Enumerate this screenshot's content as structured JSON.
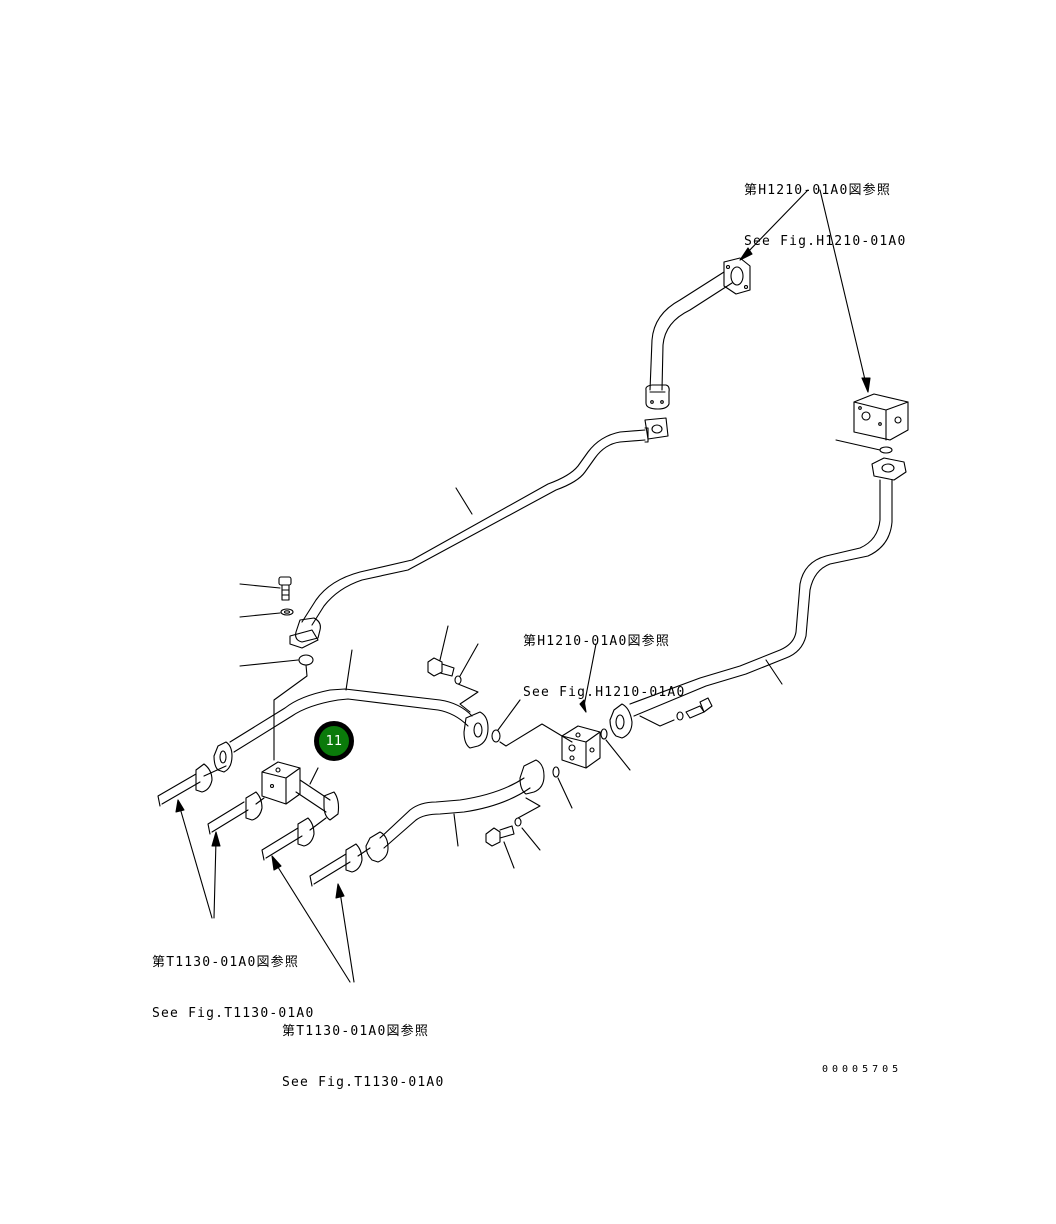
{
  "diagram": {
    "type": "exploded parts diagram - hydraulic piping",
    "document_number": "00005705",
    "callouts": [
      {
        "id": "11",
        "label": "11",
        "color": "#0a7a0a"
      }
    ],
    "references": [
      {
        "id": "ref-h1210-top",
        "jp": "第H1210-01A0図参照",
        "en": "See Fig.H1210-01A0"
      },
      {
        "id": "ref-h1210-mid",
        "jp": "第H1210-01A0図参照",
        "en": "See Fig.H1210-01A0"
      },
      {
        "id": "ref-t1130-left",
        "jp": "第T1130-01A0図参照",
        "en": "See Fig.T1130-01A0"
      },
      {
        "id": "ref-t1130-bottom",
        "jp": "第T1130-01A0図参照",
        "en": "See Fig.T1130-01A0"
      }
    ],
    "components": [
      "upper-long-pipe",
      "upper-right-bent-pipe",
      "right-valve-block",
      "right-lower-pipe",
      "center-valve-block",
      "left-upper-pipe",
      "left-junction-block",
      "lower-center-pipe",
      "hose-ends",
      "bolts",
      "washers",
      "o-rings",
      "split-flanges"
    ]
  }
}
